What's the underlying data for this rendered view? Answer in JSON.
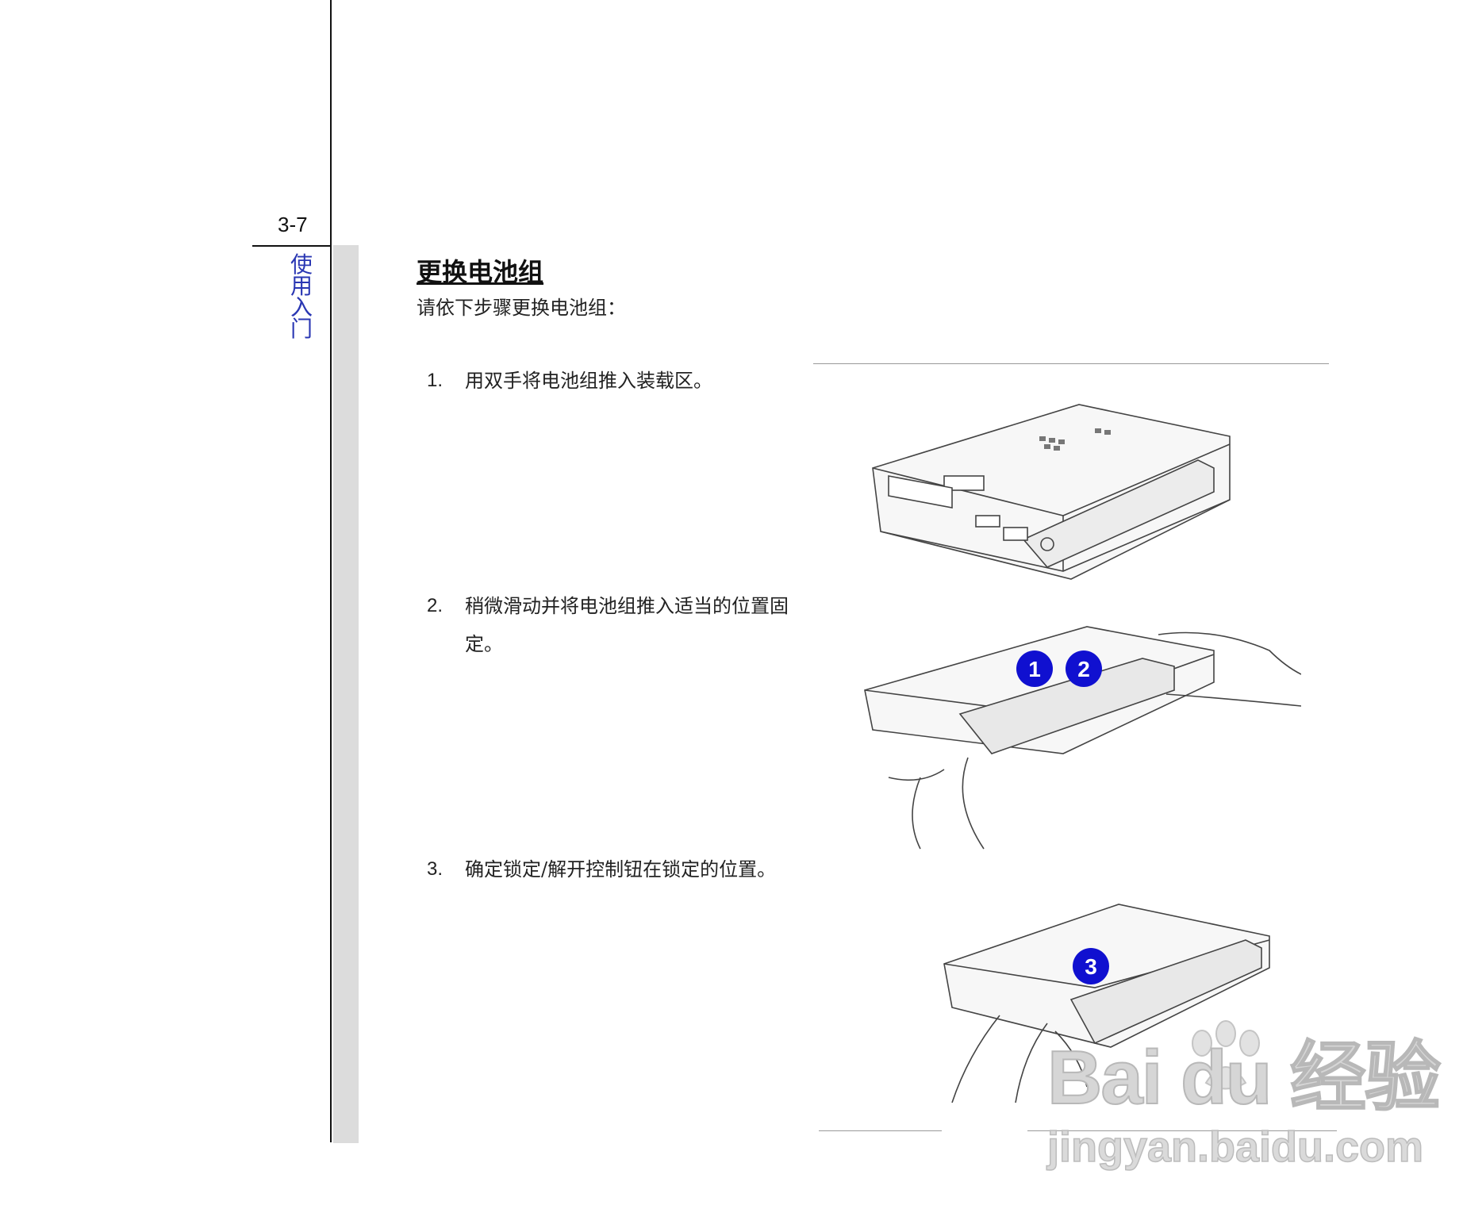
{
  "page": {
    "number": "3-7",
    "chapter_chars": [
      "使",
      "用",
      "入",
      "门"
    ]
  },
  "section": {
    "title": "更换电池组",
    "intro": "请依下步骤更换电池组："
  },
  "steps": [
    {
      "num": "1.",
      "text": "用双手将电池组推入装载区。"
    },
    {
      "num": "2.",
      "text": "稍微滑动并将电池组推入适当的位置固定。"
    },
    {
      "num": "3.",
      "text": "确定锁定/解开控制钮在锁定的位置。"
    }
  ],
  "markers": [
    "1",
    "2",
    "3"
  ],
  "watermark": {
    "main": "Bai du 经验",
    "sub": "jingyan.baidu.com"
  },
  "colors": {
    "chapter": "#2a37b3",
    "marker": "#1010d0"
  }
}
